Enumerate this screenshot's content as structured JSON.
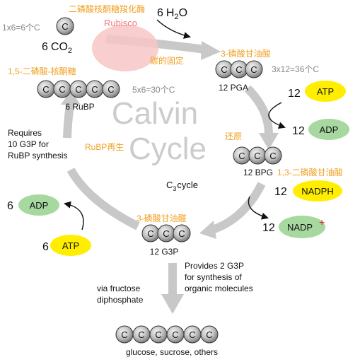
{
  "title_big": [
    "Calvin",
    "Cycle"
  ],
  "c3_label": {
    "main": "C",
    "sub": "3",
    "tail": "cycle"
  },
  "enzyme": {
    "chinese": "二磷酸核酮糖羧化酶",
    "name": "Rubisco"
  },
  "co2": {
    "count": "6",
    "formula": "CO",
    "sub": "2",
    "carbon_calc": "1x6=6个C",
    "carbon": "C"
  },
  "water": {
    "count": "6",
    "h": "H",
    "sub": "2",
    "o": "O"
  },
  "fixation_label": "碳的固定",
  "pga": {
    "chinese": "3-磷酸甘油酸",
    "label": "12 PGA",
    "carbon_calc": "3x12=36个C",
    "carbons": [
      "C",
      "C",
      "C"
    ]
  },
  "atp_top": {
    "count": "12",
    "label": "ATP"
  },
  "adp_top": {
    "count": "12",
    "label": "ADP"
  },
  "reduction_label": "还原",
  "bpg": {
    "chinese": "1,3-二磷酸甘油酸",
    "label": "12 BPG",
    "carbons": [
      "C",
      "C",
      "C"
    ]
  },
  "nadph": {
    "count": "12",
    "label": "NADPH"
  },
  "nadp": {
    "count": "12",
    "label": "NADP",
    "sup": "+"
  },
  "g3p": {
    "chinese": "3-磷酸甘油醛",
    "label": "12 G3P",
    "carbons": [
      "C",
      "C",
      "C"
    ]
  },
  "provides": [
    "Provides 2 G3P",
    "for synthesis of",
    "organic molecules"
  ],
  "via": [
    "via fructose",
    "diphosphate"
  ],
  "glucose": {
    "label": "glucose, sucrose, others",
    "carbons": [
      "C",
      "C",
      "C",
      "C",
      "C",
      "C"
    ]
  },
  "rubp": {
    "chinese": "1,5-二磷酸-核酮糖",
    "label": "6 RuBP",
    "carbon_calc": "5x6=30个C",
    "carbons": [
      "C",
      "C",
      "C",
      "C",
      "C"
    ]
  },
  "requires": [
    "Requires",
    "10 G3P for",
    "RuBP synthesis"
  ],
  "regen_label": "RuBP再生",
  "adp_left": {
    "count": "6",
    "label": "ADP"
  },
  "atp_left": {
    "count": "6",
    "label": "ATP"
  },
  "colors": {
    "orange": "#f0a020",
    "atp_yellow": "#ffee00",
    "adp_green": "#a6d8a0",
    "arrow_gray": "#c8c8c8",
    "carbon_gray": "#9a9a9a",
    "rubisco_pink": "#f7c6c6",
    "plus_red": "#e0202a"
  }
}
